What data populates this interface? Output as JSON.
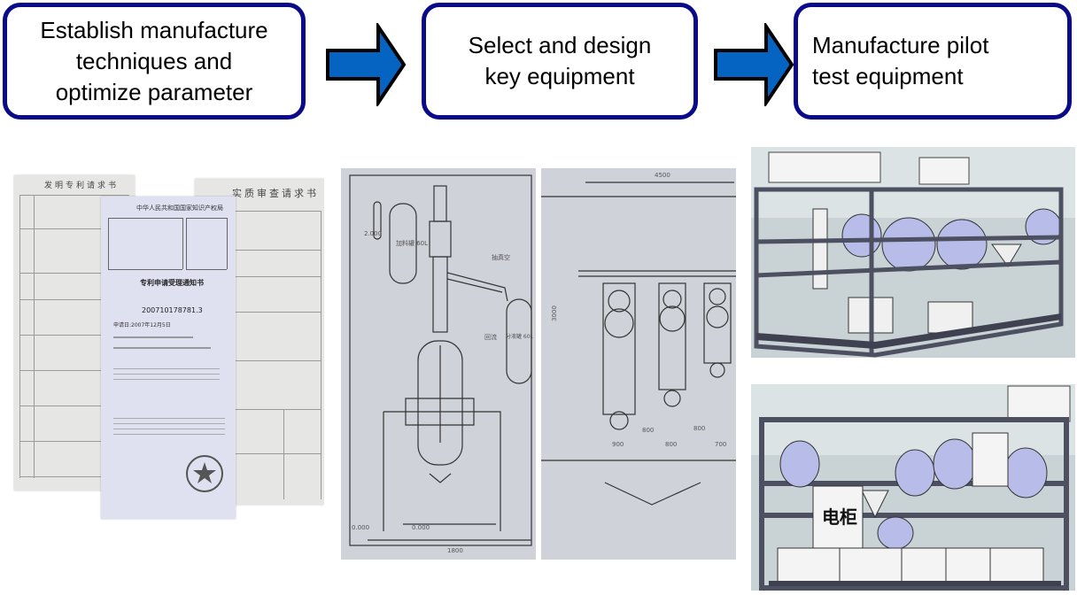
{
  "flow": {
    "steps": [
      {
        "label": "Establish manufacture\ntechniques and\noptimize parameter"
      },
      {
        "label": "Select and design\nkey equipment"
      },
      {
        "label": "Manufacture pilot\ntest equipment"
      }
    ],
    "arrow_color": "#0563c1",
    "box_border_color": "#0b0b8a"
  },
  "documents": {
    "left_doc_title": "发明专利请求书",
    "center_doc_header": "中华人民共和国国家知识产权局",
    "center_doc_title": "专利申请受理通知书",
    "center_doc_application_no": "200710178781.3",
    "center_doc_date": "申请日:2007年12月5日",
    "right_doc_title": "实质审查请求书"
  },
  "drawings": {
    "left": {
      "tank_feed": "加料罐 60L",
      "tank_separator": "分液罐 60L",
      "label_vacuum": "抽真空",
      "label_reflux": "回流",
      "label_level": "2.000",
      "label_ground": "0.000",
      "dimension_bottom": "1800"
    },
    "right": {
      "dimension_top": "4500",
      "dimension_height": "3000",
      "dims_bottom": [
        "900",
        "800",
        "800",
        "800",
        "700"
      ]
    }
  },
  "models": {
    "cabinet_label": "电柜"
  }
}
